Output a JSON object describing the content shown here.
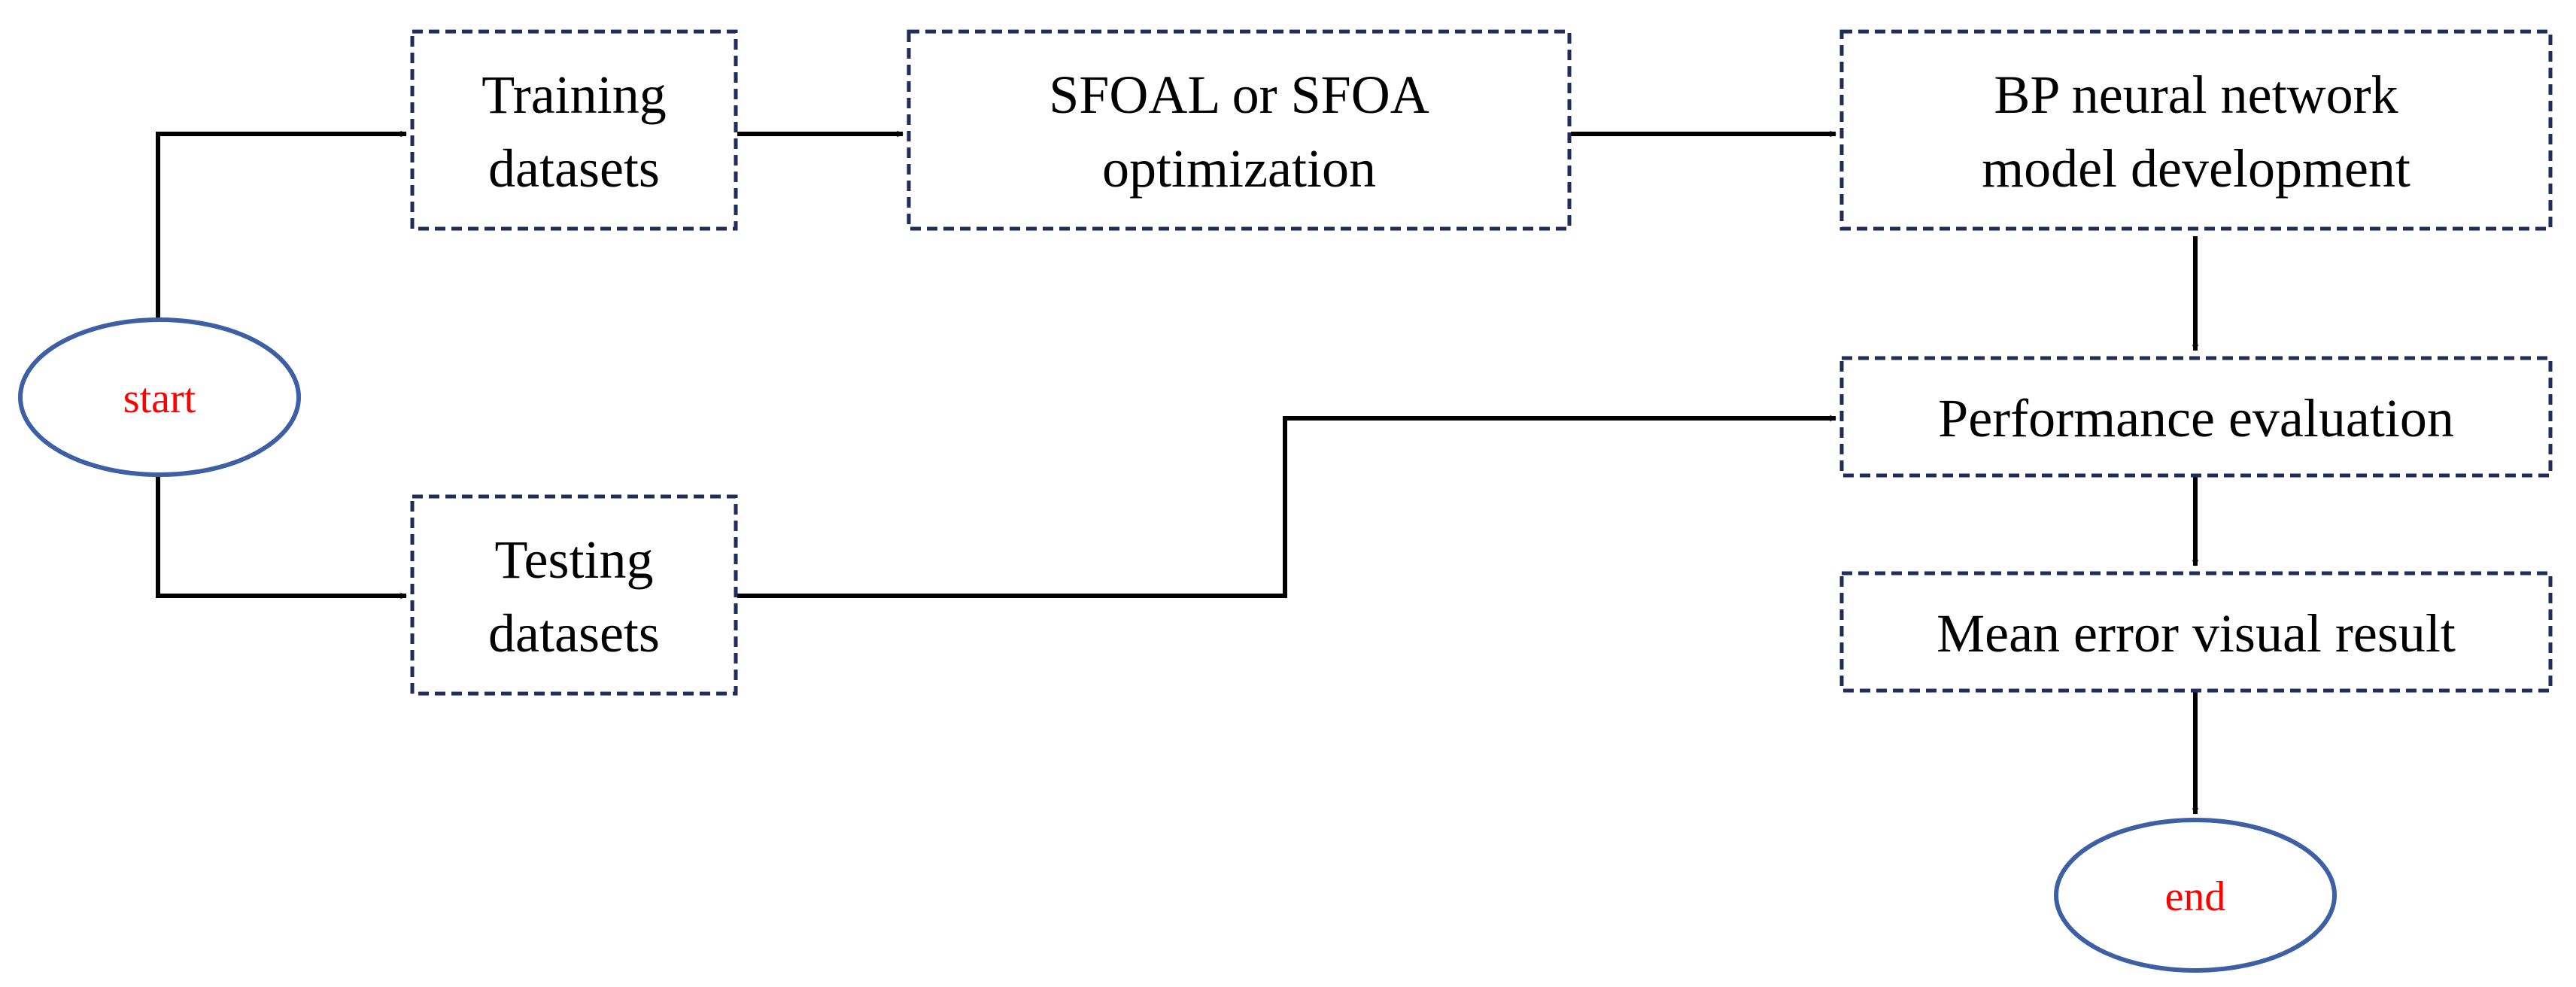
{
  "nodes": {
    "start": "start",
    "training": [
      "Training",
      "datasets"
    ],
    "testing": [
      "Testing",
      "datasets"
    ],
    "optimization": [
      "SFOAL or SFOA",
      "optimization"
    ],
    "bp_model": [
      "BP neural network",
      "model development"
    ],
    "performance": "Performance evaluation",
    "mean_error": "Mean error visual result",
    "end": "end"
  },
  "colors": {
    "box_border": "#1f2d5a",
    "terminal_border": "#3f5fa5",
    "terminal_text": "#ff0000",
    "arrow": "#000000"
  }
}
